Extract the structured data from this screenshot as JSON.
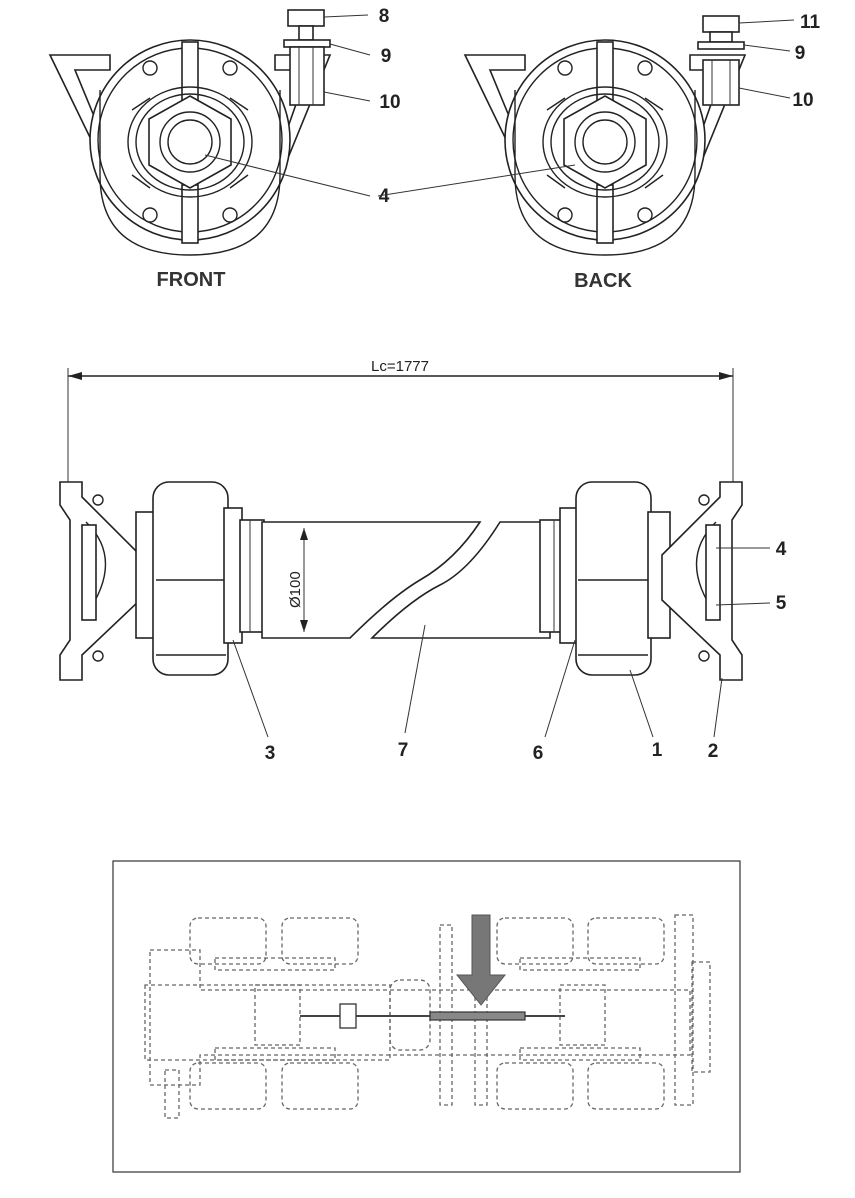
{
  "views": {
    "front": "FRONT",
    "back": "BACK"
  },
  "dimensions": {
    "length": "Lc=1777",
    "diameter": "Ø100"
  },
  "callouts_front": [
    "8",
    "9",
    "10",
    "4"
  ],
  "callouts_back": [
    "11",
    "9",
    "10"
  ],
  "callouts_side": [
    "4",
    "5",
    "3",
    "7",
    "6",
    "1",
    "2"
  ]
}
